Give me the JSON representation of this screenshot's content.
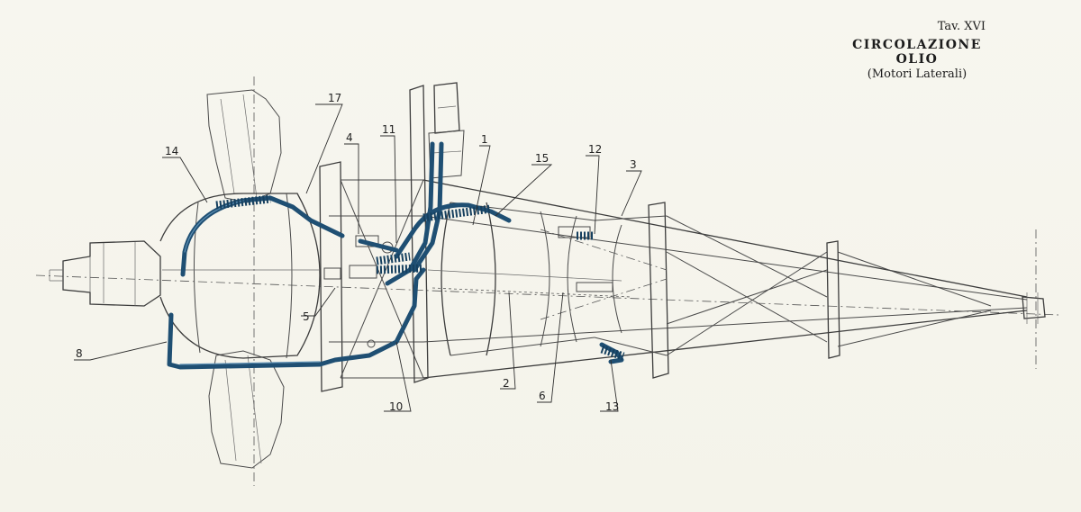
{
  "header": {
    "plate_number": "Tav. XVI",
    "title": "CIRCOLAZIONE OLIO",
    "subtitle": "(Motori Laterali)"
  },
  "callouts": [
    {
      "id": "c1",
      "label": "1"
    },
    {
      "id": "c2",
      "label": "2"
    },
    {
      "id": "c3",
      "label": "3"
    },
    {
      "id": "c4",
      "label": "4"
    },
    {
      "id": "c5",
      "label": "5"
    },
    {
      "id": "c6",
      "label": "6"
    },
    {
      "id": "c8",
      "label": "8"
    },
    {
      "id": "c10",
      "label": "10"
    },
    {
      "id": "c11",
      "label": "11"
    },
    {
      "id": "c12",
      "label": "12"
    },
    {
      "id": "c13",
      "label": "13"
    },
    {
      "id": "c14",
      "label": "14"
    },
    {
      "id": "c15",
      "label": "15"
    },
    {
      "id": "c17",
      "label": "17"
    }
  ],
  "colors": {
    "oil_line": "#1f4f73",
    "paper": "#f6f5ee",
    "ink": "#4a4a4a"
  }
}
